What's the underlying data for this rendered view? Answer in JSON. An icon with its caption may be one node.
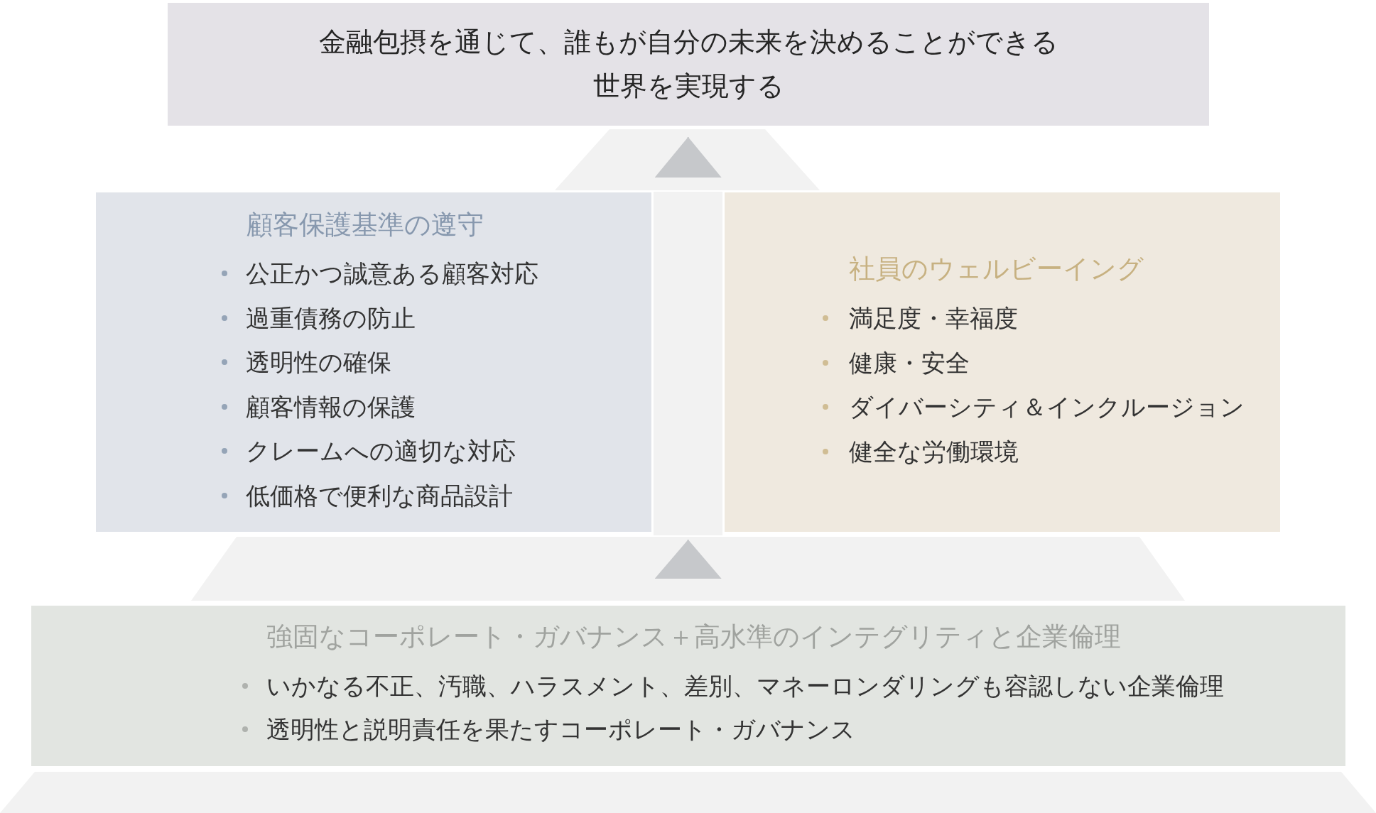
{
  "diagram": {
    "nodes": [
      {
        "text": [
          "金融包摂を通じて、誰もが自分の未来を決めることができる世界を実現する"
        ]
      },
      {
        "text": [
          "顧客保護基準の遵守",
          "公正かつ誠意ある顧客対応",
          "過重債務の防止",
          "透明性の確保",
          "顧客情報の保護",
          "クレームへの適切な対応",
          "低価格で便利な商品設計"
        ]
      },
      {
        "text": [
          "社員のウェルビーイング",
          "満足度・幸福度",
          "健康・安全",
          "ダイバーシティ＆インクルージョン",
          "健全な労働環境"
        ]
      },
      {
        "text": [
          "強固なコーポレート・ガバナンス＋高水準のインテグリティと企業倫理",
          "いかなる不正、汚職、ハラスメント、差別、マネーロンダリングも容認しない企業倫理",
          "透明性と説明責任を果たすコーポレート・ガバナンス"
        ]
      }
    ],
    "edges": [
      {
        "from": 1,
        "to": 0,
        "arrow": "to"
      },
      {
        "from": 2,
        "to": 0,
        "arrow": "to"
      },
      {
        "from": 3,
        "to": 1,
        "arrow": "to"
      },
      {
        "from": 3,
        "to": 2,
        "arrow": "to"
      }
    ]
  }
}
